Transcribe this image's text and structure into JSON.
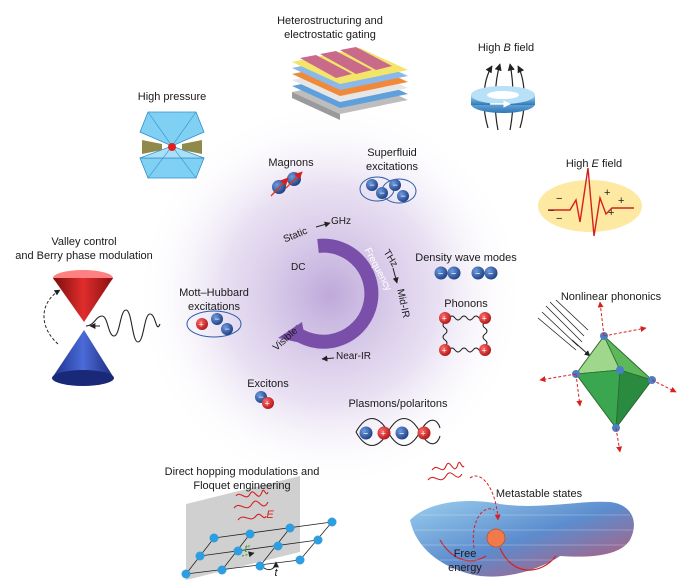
{
  "labels": {
    "hetero_line1": "Heterostructuring and",
    "hetero_line2": "electrostatic gating",
    "high_b_prefix": "High ",
    "high_b_symbol": "B",
    "high_b_suffix": " field",
    "high_pressure": "High pressure",
    "high_e_prefix": "High ",
    "high_e_symbol": "E",
    "high_e_suffix": " field",
    "valley_line1": "Valley control",
    "valley_line2": "and Berry phase modulation",
    "nonlinear": "Nonlinear phononics",
    "magnons": "Magnons",
    "superfluid_line1": "Superfluid",
    "superfluid_line2": "excitations",
    "density_wave": "Density wave modes",
    "phonons": "Phonons",
    "mott_line1": "Mott–Hubbard",
    "mott_line2": "excitations",
    "excitons": "Excitons",
    "plasmons": "Plasmons/polaritons",
    "hopping_line1": "Direct hopping modulations and",
    "hopping_line2": "Floquet engineering",
    "metastable": "Metastable states",
    "free_line1": "Free",
    "free_line2": "energy",
    "field_e": "E",
    "hop_t": "t",
    "hop_t_prime": "t′"
  },
  "wheel": {
    "static": "Static",
    "ghz": "GHz",
    "dc": "DC",
    "thz": "THz",
    "frequency": "Frequency",
    "mid_ir": "Mid-IR",
    "near_ir": "Near-IR",
    "visible": "Visible"
  },
  "colors": {
    "glow": "#b9a2d8",
    "arc": "#7a4fa9",
    "electron": "#2b5ca8",
    "hole": "#d62a2a",
    "spin": "#e03a1e",
    "ring": "#3a8fd0",
    "lattice": "#2f9ee0",
    "green_octa": "#3aa650",
    "pressure_cell": "#7fd0f3",
    "e_field_panel": "#fde9a2"
  }
}
